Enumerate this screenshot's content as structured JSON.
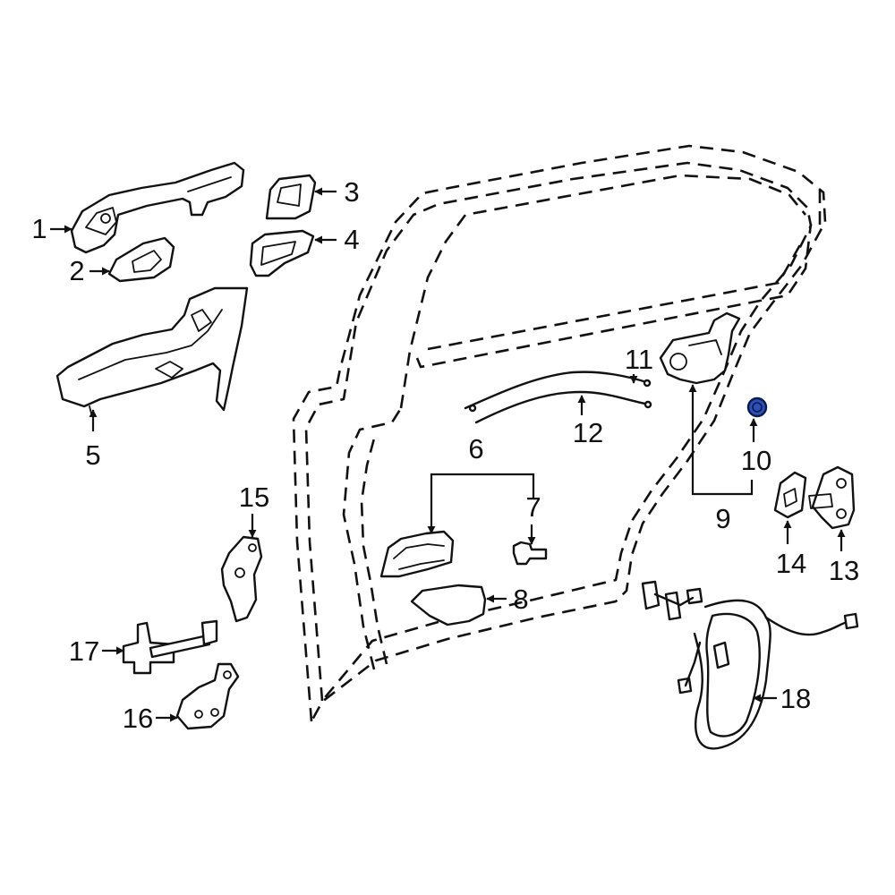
{
  "callouts": [
    "1",
    "2",
    "3",
    "4",
    "5",
    "6",
    "7",
    "8",
    "9",
    "10",
    "11",
    "12",
    "13",
    "14",
    "15",
    "16",
    "17",
    "18"
  ],
  "colors": {
    "line": "#111111",
    "background": "#ffffff",
    "highlight_fill": "#2c4fb8",
    "highlight_stroke": "#0a1a4a"
  },
  "highlighted_part": "10"
}
